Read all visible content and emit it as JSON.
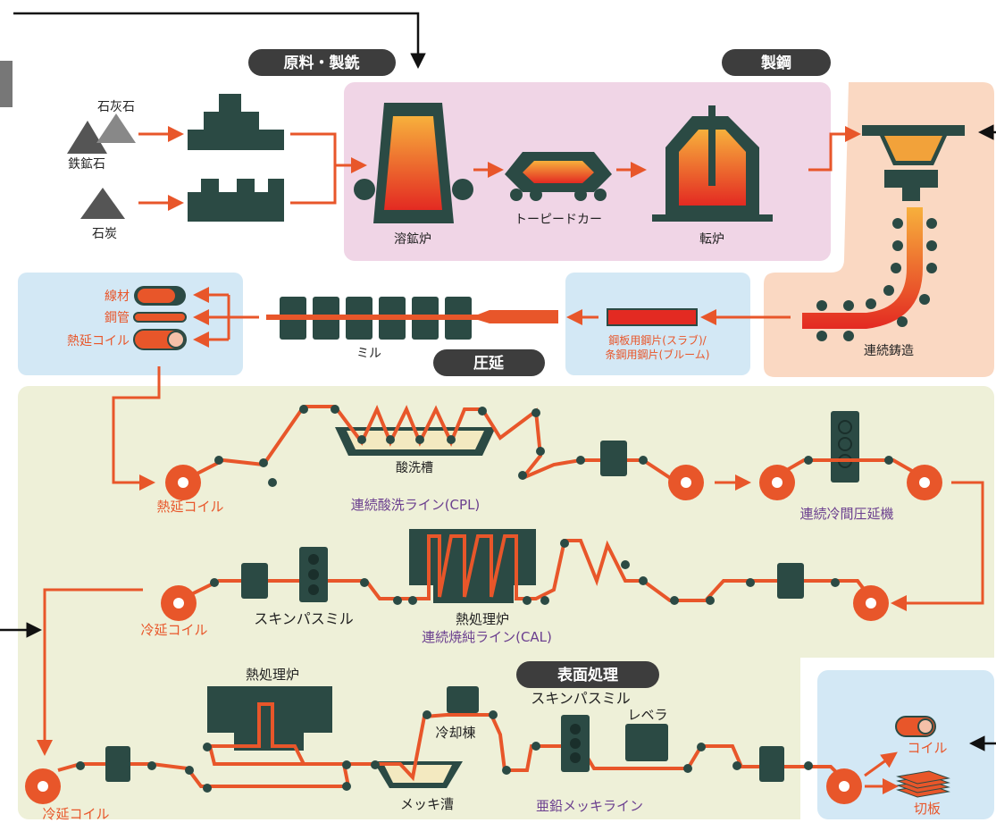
{
  "colors": {
    "orange": "#e8562a",
    "dark_machine": "#2b4a44",
    "purple": "#6b3f8f",
    "pink_zone": "#f0d5e6",
    "peach_zone": "#fad8c2",
    "blue_zone": "#d3e8f5",
    "green_zone": "#eef0d8",
    "label_pill": "#3d3d3d"
  },
  "section_labels": {
    "raw_material": "原料・製銑",
    "steelmaking": "製鋼",
    "rolling": "圧延",
    "surface": "表面処理"
  },
  "raw": {
    "limestone": "石灰石",
    "iron_ore": "鉄鉱石",
    "coal": "石炭"
  },
  "steelmaking": {
    "blast_furnace": "溶鉱炉",
    "torpedo_car": "トーピードカー",
    "converter": "転炉",
    "continuous_casting": "連続鋳造"
  },
  "rolling": {
    "slab_line1": "鋼板用鋼片(スラブ)/",
    "slab_line2": "条鋼用鋼片(ブルーム)",
    "mill": "ミル",
    "wire_rod": "線材",
    "pipe": "鋼管",
    "hot_coil": "熱延コイル"
  },
  "pickling": {
    "hot_coil": "熱延コイル",
    "tank": "酸洗槽",
    "line": "連続酸洗ライン(CPL)",
    "cold_mill": "連続冷間圧延機"
  },
  "annealing": {
    "cold_coil": "冷延コイル",
    "skin_pass": "スキンパスミル",
    "furnace": "熱処理炉",
    "line": "連続焼純ライン(CAL)"
  },
  "galvanizing": {
    "furnace": "熱処理炉",
    "cooling": "冷却棟",
    "skin_pass": "スキンパスミル",
    "leveler": "レベラ",
    "bath": "メッキ漕",
    "line": "亜鉛メッキライン",
    "cold_coil": "冷延コイル"
  },
  "outputs": {
    "coil": "コイル",
    "cut_sheet": "切板"
  }
}
